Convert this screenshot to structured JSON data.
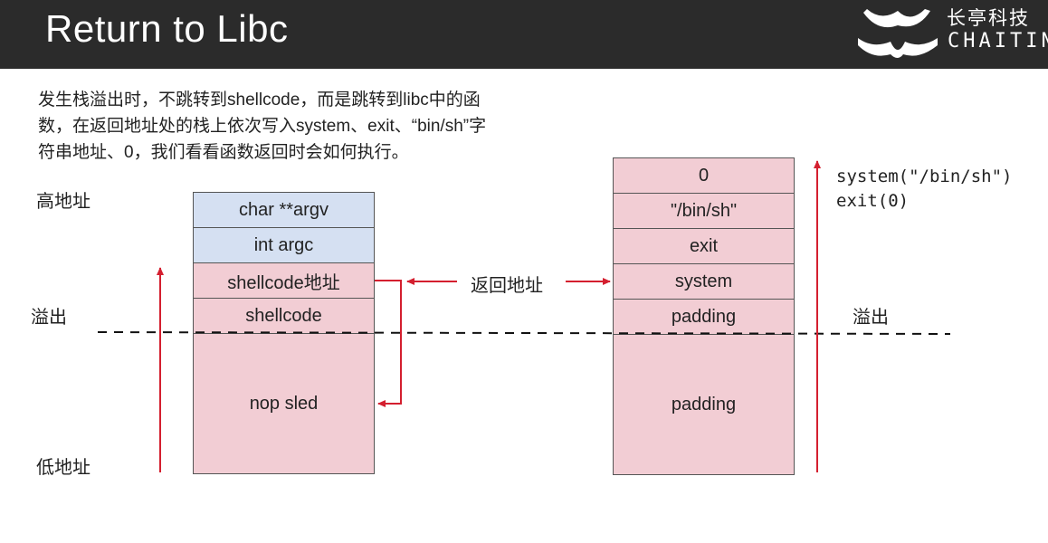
{
  "header": {
    "title": "Return to Libc",
    "logo_cn": "长亭科技",
    "logo_en": "CHAITIN"
  },
  "description": {
    "lines": [
      "发生栈溢出时，不跳转到shellcode，而是跳转到libc中的函",
      "数，在返回地址处的栈上依次写入system、exit、“bin/sh”字",
      "符串地址、0，我们看看函数返回时会如何执行。"
    ]
  },
  "labels": {
    "high_addr": "高地址",
    "low_addr": "低地址",
    "overflow_left": "溢出",
    "overflow_right": "溢出",
    "return_addr": "返回地址"
  },
  "left_stack": [
    {
      "label": "char **argv",
      "color": "blue"
    },
    {
      "label": "int argc",
      "color": "blue"
    },
    {
      "label": "shellcode地址",
      "color": "pink"
    },
    {
      "label": "shellcode",
      "color": "pink"
    },
    {
      "label": "nop sled",
      "color": "pink"
    }
  ],
  "right_stack": [
    {
      "label": "0",
      "color": "pink"
    },
    {
      "label": "\"/bin/sh\"",
      "color": "pink"
    },
    {
      "label": "exit",
      "color": "pink"
    },
    {
      "label": "system",
      "color": "pink"
    },
    {
      "label": "padding",
      "color": "pink"
    },
    {
      "label": "padding",
      "color": "pink"
    }
  ],
  "code": {
    "line1": "system(\"/bin/sh\")",
    "line2": "exit(0)"
  },
  "colors": {
    "arrow": "#d41f2f",
    "blue_cell": "#d5e0f2",
    "pink_cell": "#f2cdd4",
    "title_bar": "#2b2b2b"
  }
}
